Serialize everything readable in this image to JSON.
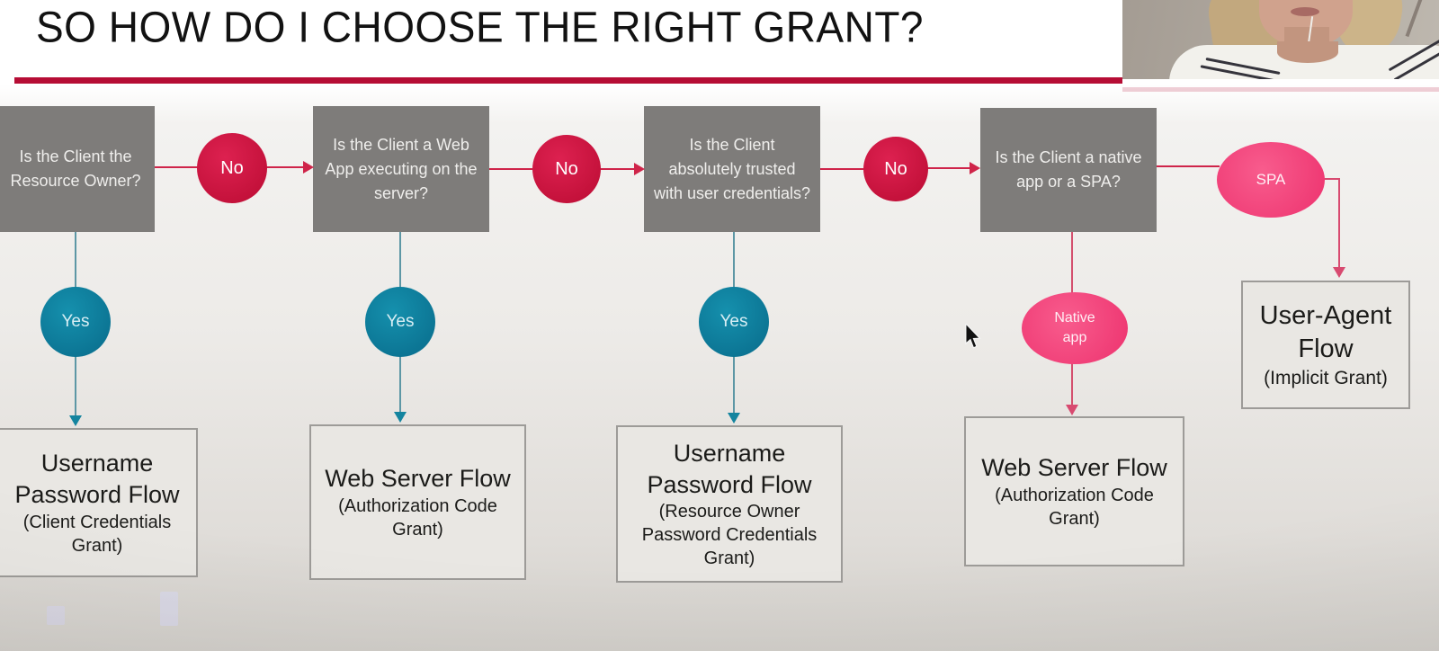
{
  "slide": {
    "title": "SO HOW DO I CHOOSE THE RIGHT GRANT?",
    "accent_color": "#b60d35"
  },
  "webcam": {
    "description": "presenter webcam video (blonde presenter, white striped top, beige wall)"
  },
  "flowchart": {
    "colors": {
      "question_box": "#7e7c7a",
      "no_circle": "#d01945",
      "yes_circle": "#0f87a6",
      "pink_ellipse": "#f4467e",
      "result_box": "#e9e7e3"
    },
    "labels": {
      "no": "No",
      "yes": "Yes",
      "spa": "SPA",
      "native": "Native app"
    },
    "questions": [
      {
        "text": "Is the Client the Resource Owner?"
      },
      {
        "text": "Is the Client a Web App executing on the server?"
      },
      {
        "text": "Is the Client absolutely trusted with user credentials?"
      },
      {
        "text": "Is the Client a native app or a SPA?"
      }
    ],
    "results": [
      {
        "title": "Username Password Flow",
        "subtitle": "(Client Credentials Grant)"
      },
      {
        "title": "Web Server Flow",
        "subtitle": "(Authorization Code Grant)"
      },
      {
        "title": "Username Password Flow",
        "subtitle": "(Resource Owner Password Credentials Grant)"
      },
      {
        "title": "Web Server Flow",
        "subtitle": "(Authorization Code Grant)"
      },
      {
        "title": "User-Agent Flow",
        "subtitle": "(Implicit Grant)"
      }
    ]
  }
}
